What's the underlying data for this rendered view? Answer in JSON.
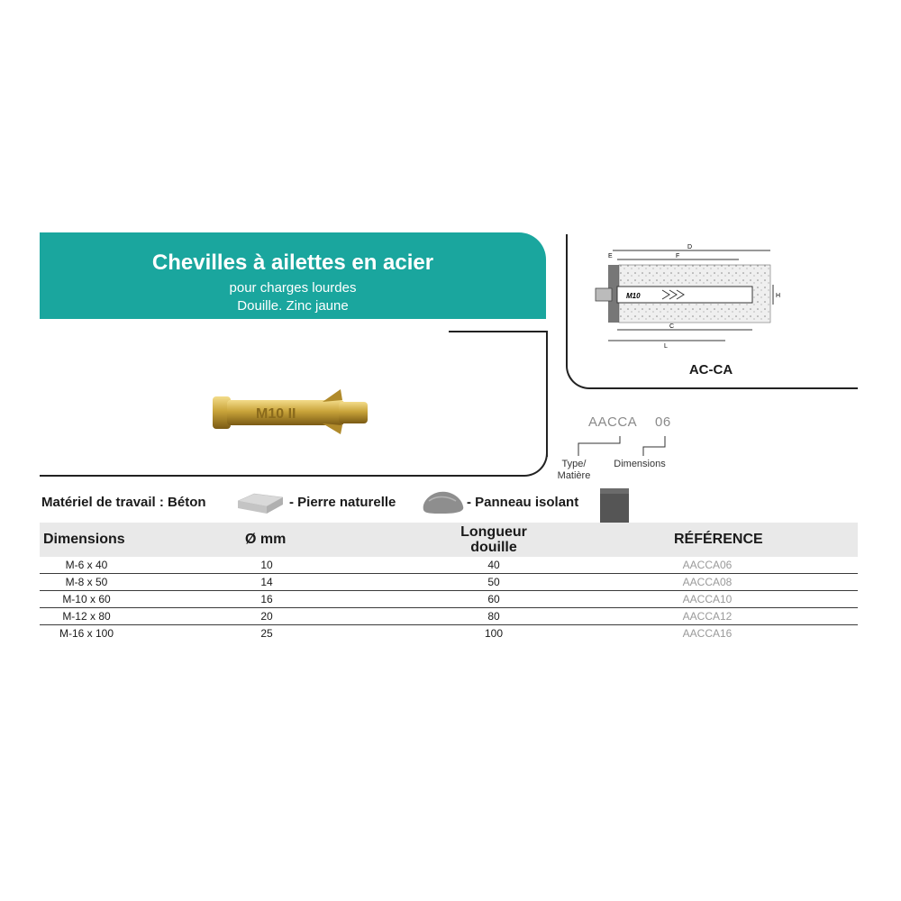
{
  "header": {
    "title": "Chevilles à ailettes en acier",
    "subtitle1": "pour charges lourdes",
    "subtitle2": "Douille. Zinc jaune"
  },
  "diagram": {
    "caption": "AC-CA",
    "labels": {
      "D": "D",
      "E": "E",
      "F": "F",
      "H": "H",
      "C": "C",
      "L": "L",
      "marking": "M10"
    }
  },
  "product_marking": "M10 II",
  "reference_code": {
    "prefix": "AACCA",
    "suffix": "06",
    "prefix_label_line1": "Type/",
    "prefix_label_line2": "Matière",
    "suffix_label": "Dimensions"
  },
  "materials": {
    "intro": "Matériel de travail : Béton",
    "item2": "- Pierre naturelle",
    "item3": "- Panneau isolant"
  },
  "table": {
    "headers": {
      "dimensions": "Dimensions",
      "diameter": "Ø mm",
      "length_line1": "Longueur",
      "length_line2": "douille",
      "reference": "RÉFÉRENCE"
    },
    "rows": [
      {
        "dimensions": "M-6 x 40",
        "diameter": "10",
        "length": "40",
        "reference": "AACCA06"
      },
      {
        "dimensions": "M-8 x 50",
        "diameter": "14",
        "length": "50",
        "reference": "AACCA08"
      },
      {
        "dimensions": "M-10 x 60",
        "diameter": "16",
        "length": "60",
        "reference": "AACCA10"
      },
      {
        "dimensions": "M-12 x 80",
        "diameter": "20",
        "length": "80",
        "reference": "AACCA12"
      },
      {
        "dimensions": "M-16 x 100",
        "diameter": "25",
        "length": "100",
        "reference": "AACCA16"
      }
    ]
  },
  "colors": {
    "accent": "#1aa69e",
    "header_bg": "#e9e9e9",
    "reference_text": "#9a9a9a",
    "brass": "#c9a43a"
  }
}
